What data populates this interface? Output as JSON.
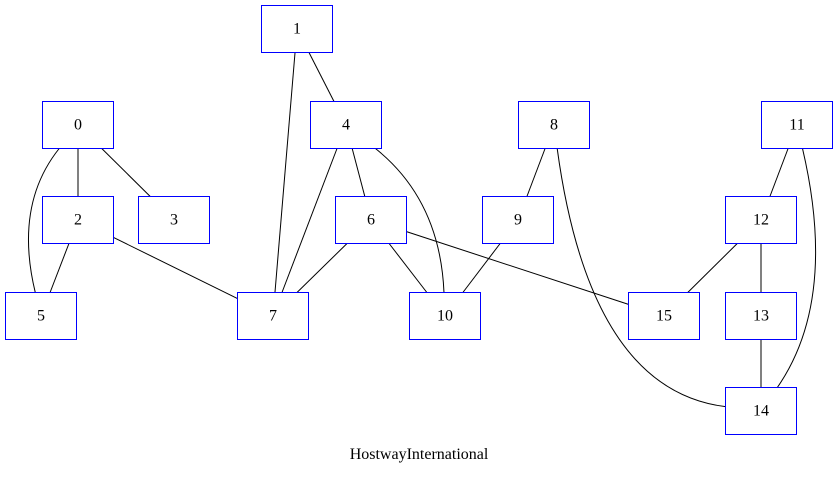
{
  "diagram": {
    "caption": "HostwayInternational",
    "colors": {
      "node_border": "#0000ff",
      "edge": "#000000",
      "background": "#ffffff"
    },
    "nodes": [
      "0",
      "1",
      "2",
      "3",
      "4",
      "5",
      "6",
      "7",
      "8",
      "9",
      "10",
      "11",
      "12",
      "13",
      "14",
      "15"
    ],
    "edges": [
      [
        "0",
        "2"
      ],
      [
        "0",
        "3"
      ],
      [
        "0",
        "5"
      ],
      [
        "2",
        "5"
      ],
      [
        "2",
        "7"
      ],
      [
        "1",
        "4"
      ],
      [
        "1",
        "7"
      ],
      [
        "4",
        "6"
      ],
      [
        "4",
        "7"
      ],
      [
        "4",
        "10"
      ],
      [
        "6",
        "7"
      ],
      [
        "6",
        "10"
      ],
      [
        "6",
        "15"
      ],
      [
        "8",
        "9"
      ],
      [
        "8",
        "14"
      ],
      [
        "9",
        "10"
      ],
      [
        "11",
        "12"
      ],
      [
        "11",
        "14"
      ],
      [
        "12",
        "13"
      ],
      [
        "12",
        "15"
      ],
      [
        "13",
        "14"
      ]
    ]
  }
}
